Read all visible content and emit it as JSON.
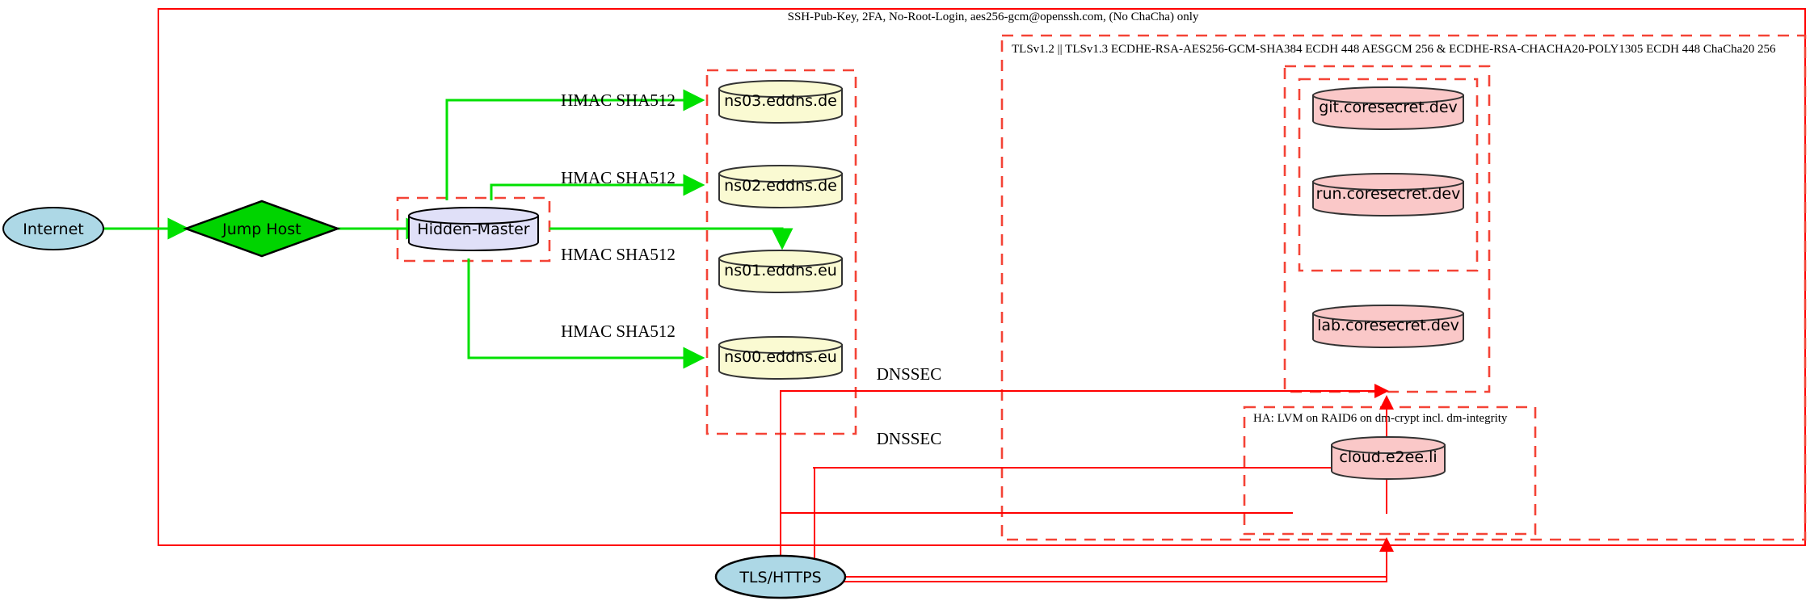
{
  "diagram": {
    "type": "network-topology",
    "title_note": "SSH-Pub-Key, 2FA, No-Root-Login, aes256-gcm@openssh.com, (No ChaCha) only",
    "boundaries": [
      {
        "id": "ssh-zone",
        "style": "solid",
        "color": "#ff0000",
        "label": "SSH-Pub-Key, 2FA, No-Root-Login, aes256-gcm@openssh.com, (No ChaCha) only"
      },
      {
        "id": "tls-zone",
        "style": "dashed",
        "color": "#f44336",
        "label": "TLSv1.2 || TLSv1.3 ECDHE-RSA-AES256-GCM-SHA384 ECDH 448 AESGCM 256 & ECDHE-RSA-CHACHA20-POLY1305 ECDH 448 ChaCha20 256"
      },
      {
        "id": "ha-zone",
        "style": "dashed",
        "color": "#f44336",
        "label": "HA: LVM on RAID6 on dm-crypt incl. dm-integrity"
      },
      {
        "id": "hidden-master-zone",
        "style": "dashed",
        "color": "#f44336",
        "label": ""
      },
      {
        "id": "dns-zone",
        "style": "dashed",
        "color": "#f44336",
        "label": ""
      },
      {
        "id": "coresecret-outer-zone",
        "style": "dashed",
        "color": "#f44336",
        "label": ""
      },
      {
        "id": "coresecret-inner-zone",
        "style": "dashed",
        "color": "#f44336",
        "label": ""
      }
    ],
    "nodes": [
      {
        "id": "internet",
        "label": "Internet",
        "shape": "ellipse",
        "fill": "#add8e6"
      },
      {
        "id": "jump-host",
        "label": "Jump Host",
        "shape": "diamond",
        "fill": "#00d400"
      },
      {
        "id": "hidden-master",
        "label": "Hidden-Master",
        "shape": "cylinder",
        "fill": "#e0e0f8"
      },
      {
        "id": "ns03",
        "label": "ns03.eddns.de",
        "shape": "cylinder",
        "fill": "#fafad2"
      },
      {
        "id": "ns02",
        "label": "ns02.eddns.de",
        "shape": "cylinder",
        "fill": "#fafad2"
      },
      {
        "id": "ns01",
        "label": "ns01.eddns.eu",
        "shape": "cylinder",
        "fill": "#fafad2"
      },
      {
        "id": "ns00",
        "label": "ns00.eddns.eu",
        "shape": "cylinder",
        "fill": "#fafad2"
      },
      {
        "id": "git",
        "label": "git.coresecret.dev",
        "shape": "cylinder",
        "fill": "#fac8c8"
      },
      {
        "id": "run",
        "label": "run.coresecret.dev",
        "shape": "cylinder",
        "fill": "#fac8c8"
      },
      {
        "id": "lab",
        "label": "lab.coresecret.dev",
        "shape": "cylinder",
        "fill": "#fac8c8"
      },
      {
        "id": "cloud",
        "label": "cloud.e2ee.li",
        "shape": "cylinder",
        "fill": "#fac8c8"
      },
      {
        "id": "tls-https",
        "label": "TLS/HTTPS",
        "shape": "ellipse",
        "fill": "#add8e6"
      }
    ],
    "edges": [
      {
        "from": "internet",
        "to": "jump-host",
        "label": "",
        "color": "#00e000"
      },
      {
        "from": "jump-host",
        "to": "hidden-master",
        "label": "",
        "color": "#00e000"
      },
      {
        "from": "hidden-master",
        "to": "ns03",
        "label": "HMAC SHA512",
        "color": "#00e000"
      },
      {
        "from": "hidden-master",
        "to": "ns02",
        "label": "HMAC SHA512",
        "color": "#00e000"
      },
      {
        "from": "hidden-master",
        "to": "ns01",
        "label": "HMAC SHA512",
        "color": "#00e000"
      },
      {
        "from": "hidden-master",
        "to": "ns00",
        "label": "HMAC SHA512",
        "color": "#00e000"
      },
      {
        "from": "dns-zone",
        "to": "coresecret",
        "label": "DNSSEC",
        "color": "#ff0000"
      },
      {
        "from": "dns-zone",
        "to": "ha-zone",
        "label": "DNSSEC",
        "color": "#ff0000"
      },
      {
        "from": "tls-https",
        "to": "coresecret",
        "label": "",
        "color": "#ff0000"
      },
      {
        "from": "tls-https",
        "to": "ha-zone",
        "label": "",
        "color": "#ff0000"
      }
    ],
    "edge_labels": {
      "hmac": "HMAC SHA512",
      "dnssec": "DNSSEC"
    }
  }
}
